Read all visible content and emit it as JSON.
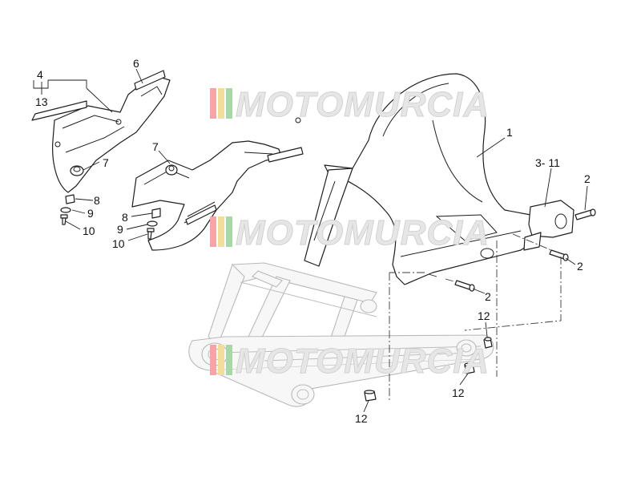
{
  "diagram": {
    "watermark_text": "MOTOMURCIA",
    "stripe_colors": [
      "#f4a6a6",
      "#f3dd9a",
      "#a8d8a8"
    ],
    "callouts": [
      {
        "id": "c1",
        "label": "1"
      },
      {
        "id": "c2a",
        "label": "2"
      },
      {
        "id": "c2b",
        "label": "2"
      },
      {
        "id": "c2c",
        "label": "2"
      },
      {
        "id": "c3-11",
        "label": "3- 11"
      },
      {
        "id": "c4",
        "label": "4"
      },
      {
        "id": "c13",
        "label": "13"
      },
      {
        "id": "c6",
        "label": "6"
      },
      {
        "id": "c7a",
        "label": "7"
      },
      {
        "id": "c7b",
        "label": "7"
      },
      {
        "id": "c8a",
        "label": "8"
      },
      {
        "id": "c9a",
        "label": "9"
      },
      {
        "id": "c10a",
        "label": "10"
      },
      {
        "id": "c8b",
        "label": "8"
      },
      {
        "id": "c9b",
        "label": "9"
      },
      {
        "id": "c10b",
        "label": "10"
      },
      {
        "id": "c12a",
        "label": "12"
      },
      {
        "id": "c12b",
        "label": "12"
      },
      {
        "id": "c12c",
        "label": "12"
      }
    ]
  }
}
